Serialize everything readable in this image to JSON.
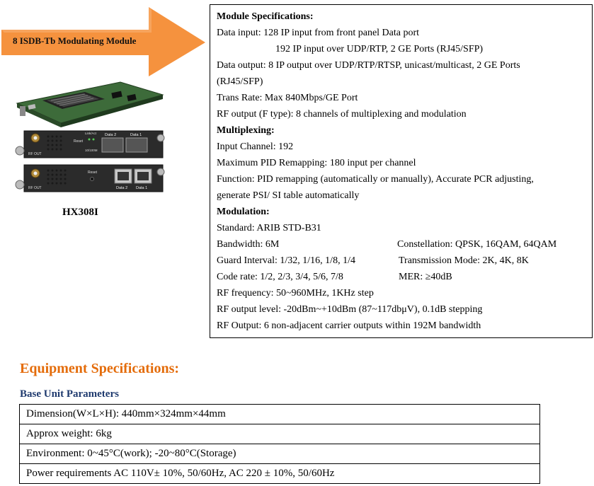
{
  "product": {
    "banner_label": "8 ISDB-Tb Modulating Module",
    "model": "HX308I",
    "panel1": {
      "rf_out": "RF OUT",
      "reset": "Reset",
      "link_act": "Link/Act",
      "speed": "10/100M",
      "data2": "Data 2",
      "data1": "Data 1"
    },
    "panel2": {
      "rf_out": "RF OUT",
      "reset": "Reset",
      "data2": "Data 2",
      "data1": "Data 1"
    }
  },
  "module_spec": {
    "title": "Module Specifications:",
    "data_input_1": "Data input: 128 IP input from front panel Data port",
    "data_input_2": "192 IP input over UDP/RTP, 2 GE Ports (RJ45/SFP)",
    "data_output_1": "Data output: 8 IP output over UDP/RTP/RTSP, unicast/multicast, 2 GE Ports",
    "data_output_2": "(RJ45/SFP)",
    "trans_rate": "Trans Rate: Max 840Mbps/GE Port",
    "rf_output_type": "RF output (F type): 8 channels of multiplexing and modulation",
    "multiplexing_title": "Multiplexing:",
    "input_channel": "Input Channel: 192",
    "max_pid": "Maximum PID Remapping: 180 input per channel",
    "function_1": "Function: PID remapping (automatically or manually), Accurate PCR adjusting,",
    "function_2": "generate PSI/ SI table automatically",
    "modulation_title": "Modulation:",
    "standard": "Standard: ARIB STD-B31",
    "bandwidth": "Bandwidth: 6M",
    "constellation": "Constellation: QPSK, 16QAM, 64QAM",
    "guard_interval": "Guard Interval: 1/32, 1/16, 1/8, 1/4",
    "transmission_mode": "Transmission Mode: 2K, 4K, 8K",
    "code_rate": "Code rate: 1/2, 2/3, 3/4, 5/6, 7/8",
    "mer": "MER: ≥40dB",
    "rf_frequency": "RF frequency: 50~960MHz, 1KHz step",
    "rf_output_level": "RF output level: -20dBm~+10dBm (87~117dbμV), 0.1dB stepping",
    "rf_output": "RF Output: 6 non-adjacent carrier outputs within 192M bandwidth"
  },
  "equipment": {
    "title": "Equipment Specifications:",
    "base_title": "Base Unit Parameters",
    "rows": [
      "Dimension(W×L×H): 440mm×324mm×44mm",
      "Approx weight: 6kg",
      "Environment: 0~45°C(work); -20~80°C(Storage)",
      "Power requirements  AC 110V± 10%, 50/60Hz, AC 220 ± 10%, 50/60Hz"
    ]
  },
  "colors": {
    "arrow": "#f5923e",
    "equipment_title": "#e46c0a",
    "base_title": "#1f3a6e"
  }
}
